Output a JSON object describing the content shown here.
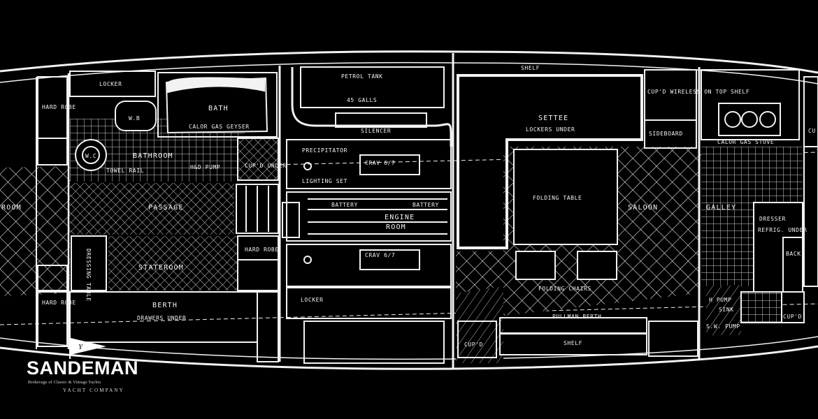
{
  "diagram": {
    "labels": {
      "locker": "LOCKER",
      "bath": "BATH",
      "calor_gas_geyser": "CALOR GAS GEYSER",
      "bathroom": "BATHROOM",
      "hard_robe_top": "HARD ROBE",
      "wb": "W.B",
      "wc": "W.C",
      "towel_rail": "TOWEL RAIL",
      "hd_pump": "H&D PUMP",
      "cupboard_under": "CUP'D UNDER",
      "room": "ROOM",
      "passage": "PASSAGE",
      "stateroom": "STATEROOM",
      "dressing_table": "DRESSING TABLE",
      "hard_robe_mid": "HARD ROBE",
      "hard_robe_low": "HARD ROBE",
      "berth": "BERTH",
      "drawers_under": "DRAWERS UNDER",
      "petrol_tank": "PETROL TANK",
      "galls": "45 GALLS",
      "silencer": "SILENCER",
      "precipitator": "PRECIPITATOR",
      "crav_top": "CRAV 6/7",
      "lighting_set": "LIGHTING SET",
      "battery_left": "BATTERY",
      "battery_right": "BATTERY",
      "engine": "ENGINE",
      "room_engine": "ROOM",
      "crav_bottom": "CRAV 6/7",
      "locker_engine": "LOCKER",
      "shelf_top": "SHELF",
      "settee": "SETTEE",
      "lockers_under": "LOCKERS UNDER",
      "folding_table": "FOLDING TABLE",
      "saloon": "SALOON",
      "folding_chairs": "FOLDING CHAIRS",
      "pullman_berth": "PULLMAN BERTH",
      "shelf_bottom": "SHELF",
      "cupd_bottom": "CUP'D",
      "cupd_wireless": "CUP'D WIRELESS ON TOP SHELF",
      "sideboard": "SIDEBOARD",
      "calor_gas_stove": "CALOR GAS STOVE",
      "galley": "GALLEY",
      "dresser": "DRESSER",
      "refrig_under": "REFRIG. UNDER",
      "sink": "SINK",
      "h_pump": "H PUMP",
      "sw_pump": "S.W. PUMP",
      "cupd_right": "CUP'D",
      "back": "BACK",
      "cu": "CU"
    }
  },
  "logo": {
    "name": "SANDEMAN",
    "tagline": "Brokerage of Classic & Vintage Yachts",
    "company": "YACHT COMPANY",
    "flag_letter": "Y"
  },
  "colors": {
    "background": "#000000",
    "lines": "#f2f2f2",
    "logo": "#ffffff"
  }
}
